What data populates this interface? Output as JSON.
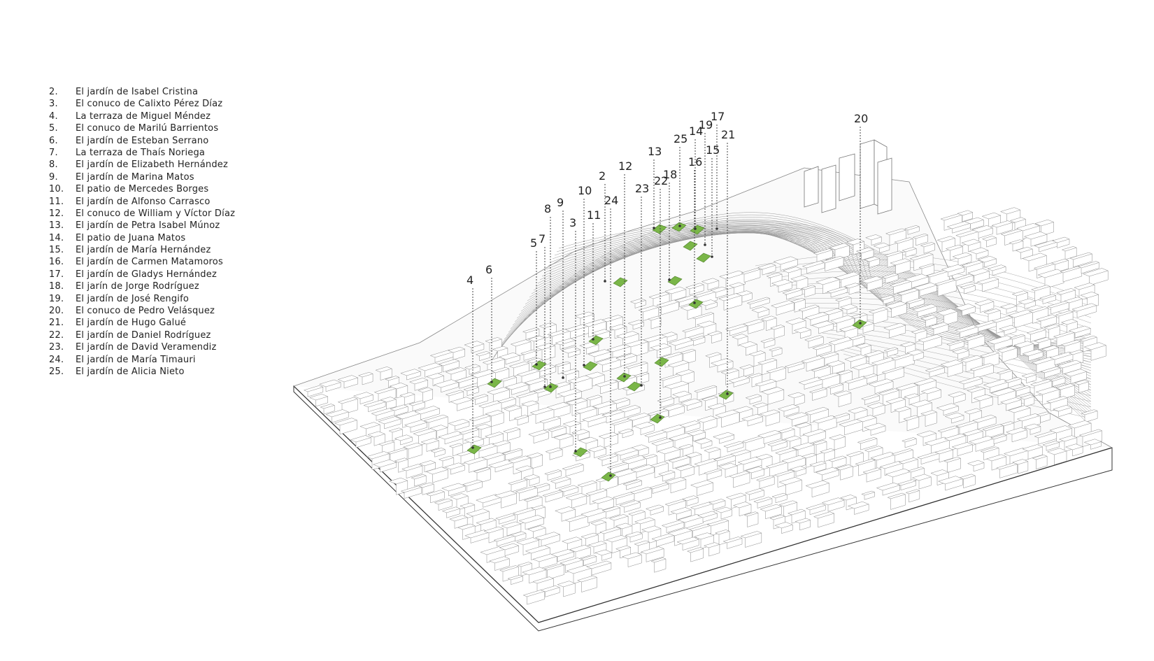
{
  "legend": [
    {
      "num": "2.",
      "label": "El jardín de Isabel Cristina"
    },
    {
      "num": "3.",
      "label": "El conuco de Calixto Pérez Díaz"
    },
    {
      "num": "4.",
      "label": "La terraza de Miguel Méndez"
    },
    {
      "num": "5.",
      "label": "El conuco de Marilú Barrientos"
    },
    {
      "num": "6.",
      "label": "El jardín de Esteban Serrano"
    },
    {
      "num": "7.",
      "label": "La terraza de Thaís Noriega"
    },
    {
      "num": "8.",
      "label": "El jardín de Elizabeth Hernández"
    },
    {
      "num": "9.",
      "label": "El jardín de Marina Matos"
    },
    {
      "num": "10.",
      "label": "El patio de Mercedes Borges"
    },
    {
      "num": "11.",
      "label": "El jardín de Alfonso Carrasco"
    },
    {
      "num": "12.",
      "label": "El conuco de William y Víctor Díaz"
    },
    {
      "num": "13.",
      "label": "El jardín de Petra Isabel Múnoz"
    },
    {
      "num": "14.",
      "label": "El patio de Juana Matos"
    },
    {
      "num": "15.",
      "label": "El jardín de María Hernández"
    },
    {
      "num": "16.",
      "label": "El jardín de Carmen Matamoros"
    },
    {
      "num": "17.",
      "label": "El jardín de Gladys Hernández"
    },
    {
      "num": "18.",
      "label": "El jarín de Jorge Rodríguez"
    },
    {
      "num": "19.",
      "label": "El jardín de José Rengifo"
    },
    {
      "num": "20.",
      "label": "El conuco de Pedro Velásquez"
    },
    {
      "num": "21.",
      "label": "El jardín de Hugo Galué"
    },
    {
      "num": "22.",
      "label": "El jardín de Daniel Rodríguez"
    },
    {
      "num": "23.",
      "label": "El jardín de David Veramendiz"
    },
    {
      "num": "24.",
      "label": "El jardín de María Timauri"
    },
    {
      "num": "25.",
      "label": "El jardín de Alicia Nieto"
    }
  ],
  "callouts": [
    "4",
    "6",
    "5",
    "7",
    "8",
    "9",
    "3",
    "11",
    "10",
    "24",
    "2",
    "23",
    "12",
    "13",
    "22",
    "18",
    "25",
    "16",
    "14",
    "19",
    "15",
    "17",
    "21",
    "20"
  ],
  "colors": {
    "garden": "#7ab648",
    "line": "#555555",
    "fill": "#ffffff"
  }
}
